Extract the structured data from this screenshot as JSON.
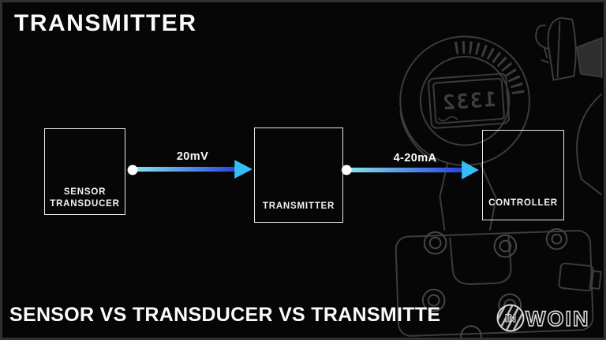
{
  "slide": {
    "title": "TRANSMITTER",
    "footer_heading": "SENSOR VS TRANSDUCER VS TRANSMITTE"
  },
  "diagram": {
    "boxes": [
      {
        "name": "sensor-transducer",
        "lines": [
          "SENSOR",
          "TRANSDUCER"
        ]
      },
      {
        "name": "transmitter",
        "lines": [
          "TRANSMITTER"
        ]
      },
      {
        "name": "controller",
        "lines": [
          "CONTROLLER"
        ]
      }
    ],
    "arrows": [
      {
        "label": "20mV",
        "from": "sensor-transducer",
        "to": "transmitter"
      },
      {
        "label": "4-20mA",
        "from": "transmitter",
        "to": "controller"
      }
    ]
  },
  "logo": {
    "circle_text": "IN",
    "wordmark": "WOIN"
  },
  "background_art": {
    "name": "pressure-transmitter-sketch",
    "display_digits": "1332"
  },
  "colors": {
    "background": "#060606",
    "frame_border": "#31302a",
    "box_border": "#e9e9e9",
    "arrow_gradient_start": "#84e0e8",
    "arrow_gradient_end": "#1c2be2",
    "arrow_head": "#36bdf6",
    "connector_dot": "#ffffff",
    "sketch_line": "#3c3c3c",
    "text": "#f5f5f5"
  }
}
